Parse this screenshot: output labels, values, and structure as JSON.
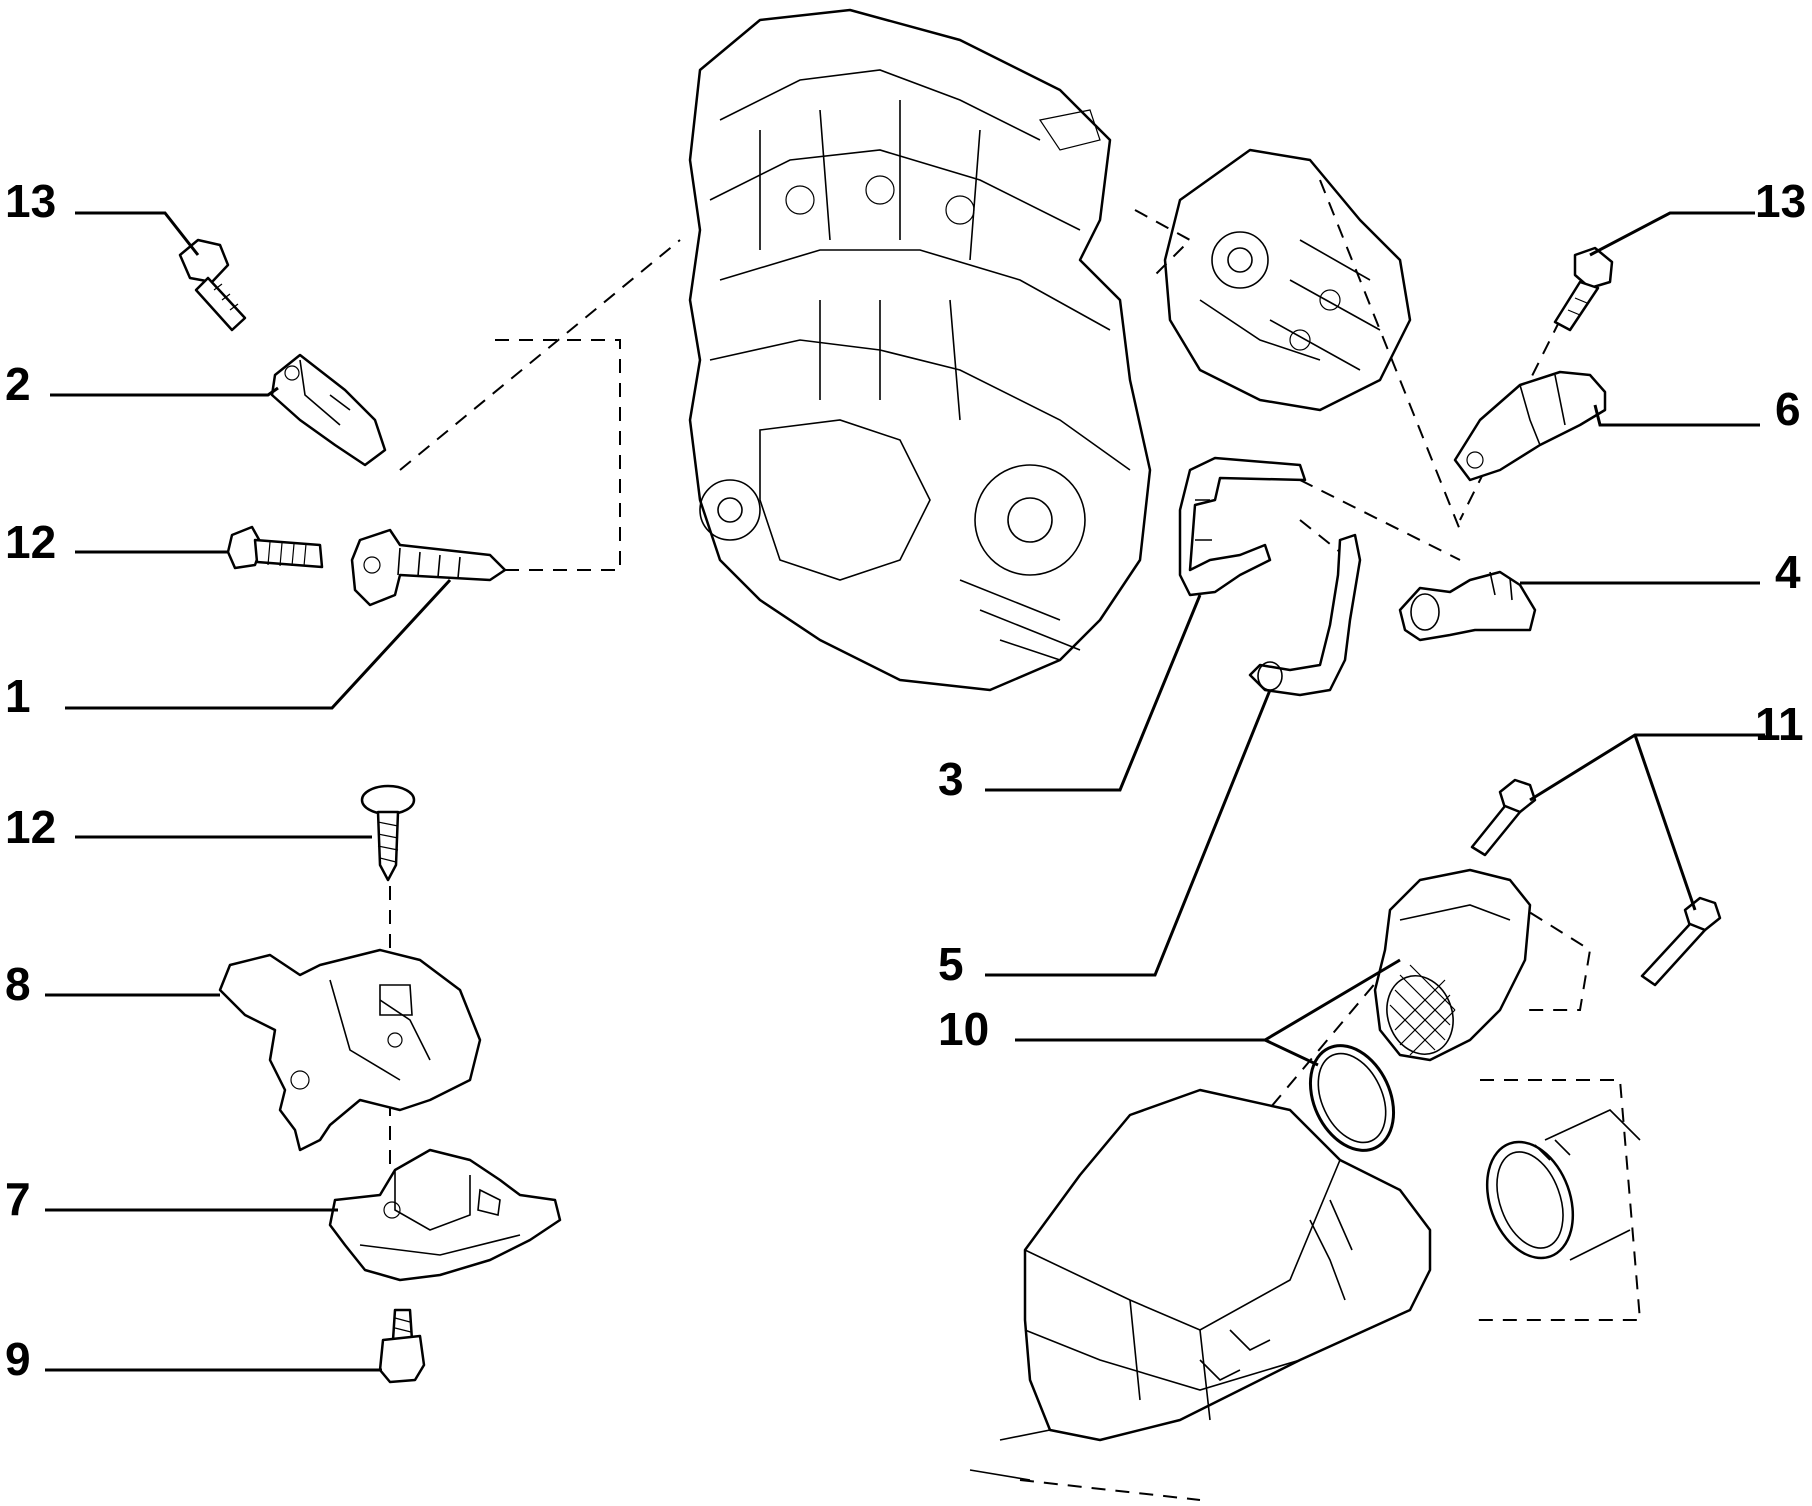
{
  "callouts": {
    "c13_left": "13",
    "c2": "2",
    "c12_upper": "12",
    "c1": "1",
    "c12_lower": "12",
    "c8": "8",
    "c7": "7",
    "c9": "9",
    "c13_right": "13",
    "c6": "6",
    "c4": "4",
    "c11": "11",
    "c3": "3",
    "c5": "5",
    "c10": "10"
  }
}
